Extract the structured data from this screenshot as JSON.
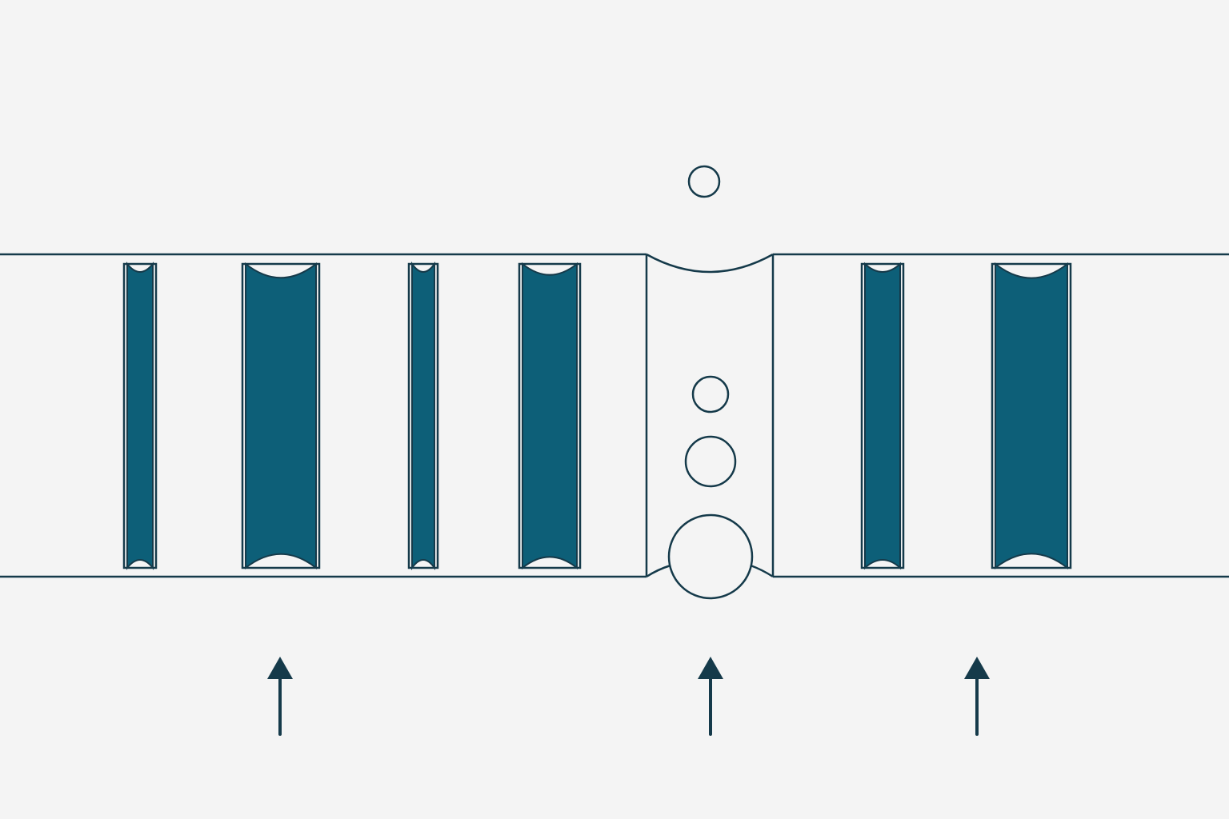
{
  "colors": {
    "background": "#f4f4f4",
    "outline": "#153a4a",
    "fill": "#0d5f78",
    "gap_fill": "#f4f4f4"
  },
  "diagram": {
    "channel_count": 6,
    "bubble_count": 4,
    "arrow_count": 3,
    "arrow_direction": "up"
  }
}
